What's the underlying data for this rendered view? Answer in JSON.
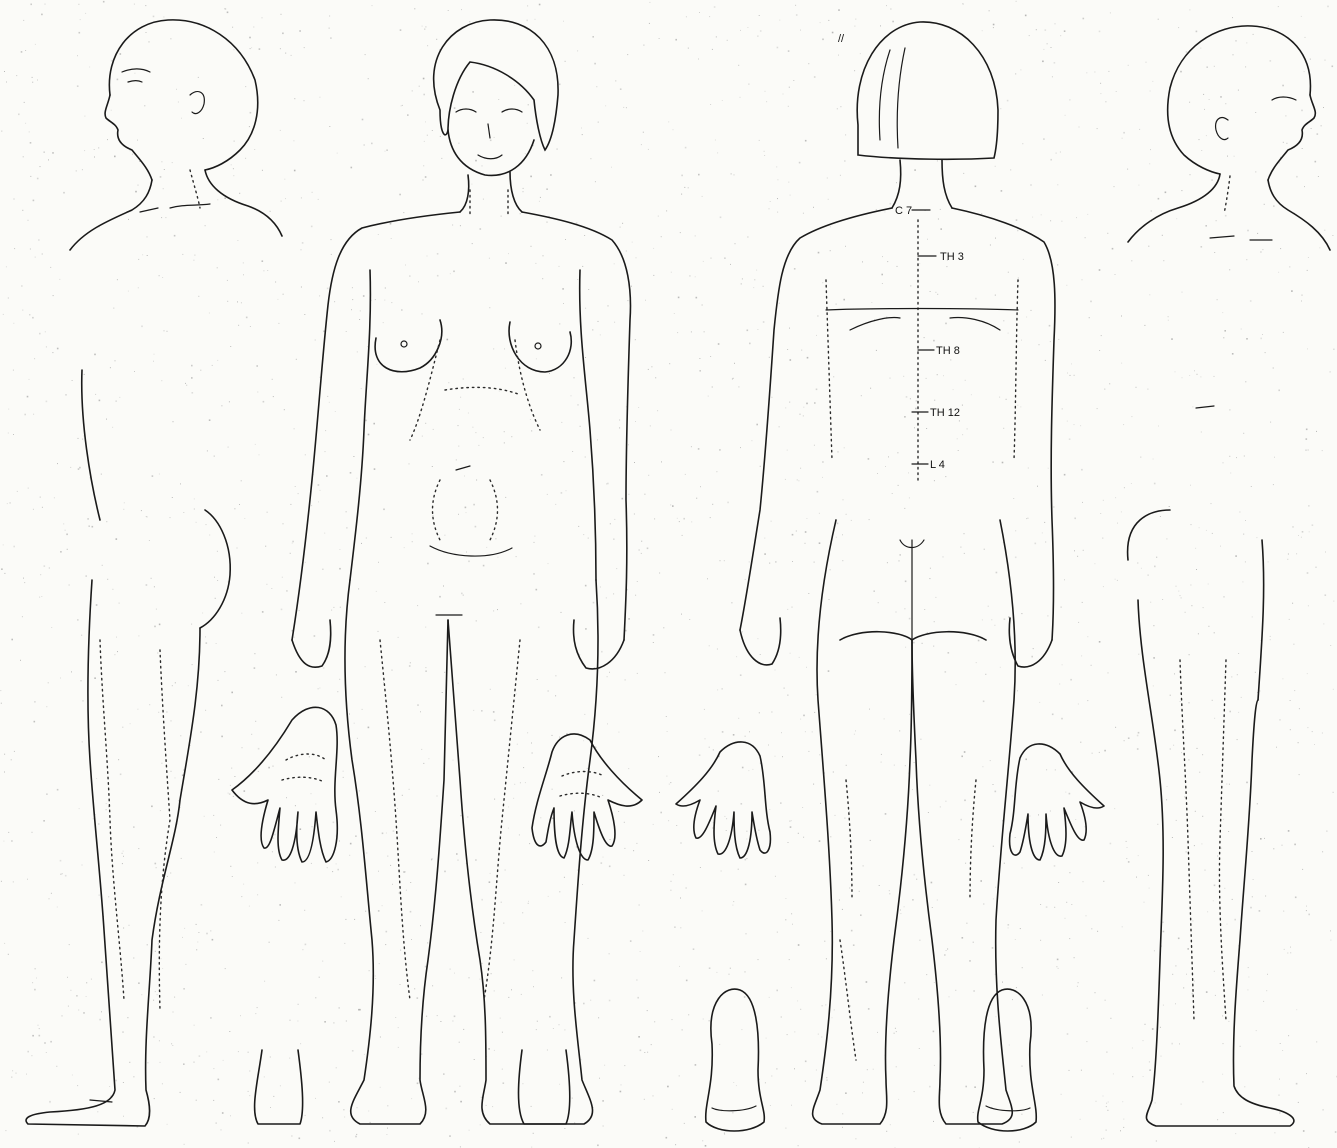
{
  "figure": {
    "spine_labels": [
      {
        "id": "c7",
        "text": "C 7"
      },
      {
        "id": "th3",
        "text": "TH 3"
      },
      {
        "id": "th8",
        "text": "TH 8"
      },
      {
        "id": "th12",
        "text": "TH 12"
      },
      {
        "id": "l4",
        "text": "L 4"
      }
    ],
    "corner_mark": "//",
    "colors": {
      "line": "#1a1a1a",
      "paper": "#fbfbf8",
      "speckle": "#9a9a9a"
    }
  }
}
